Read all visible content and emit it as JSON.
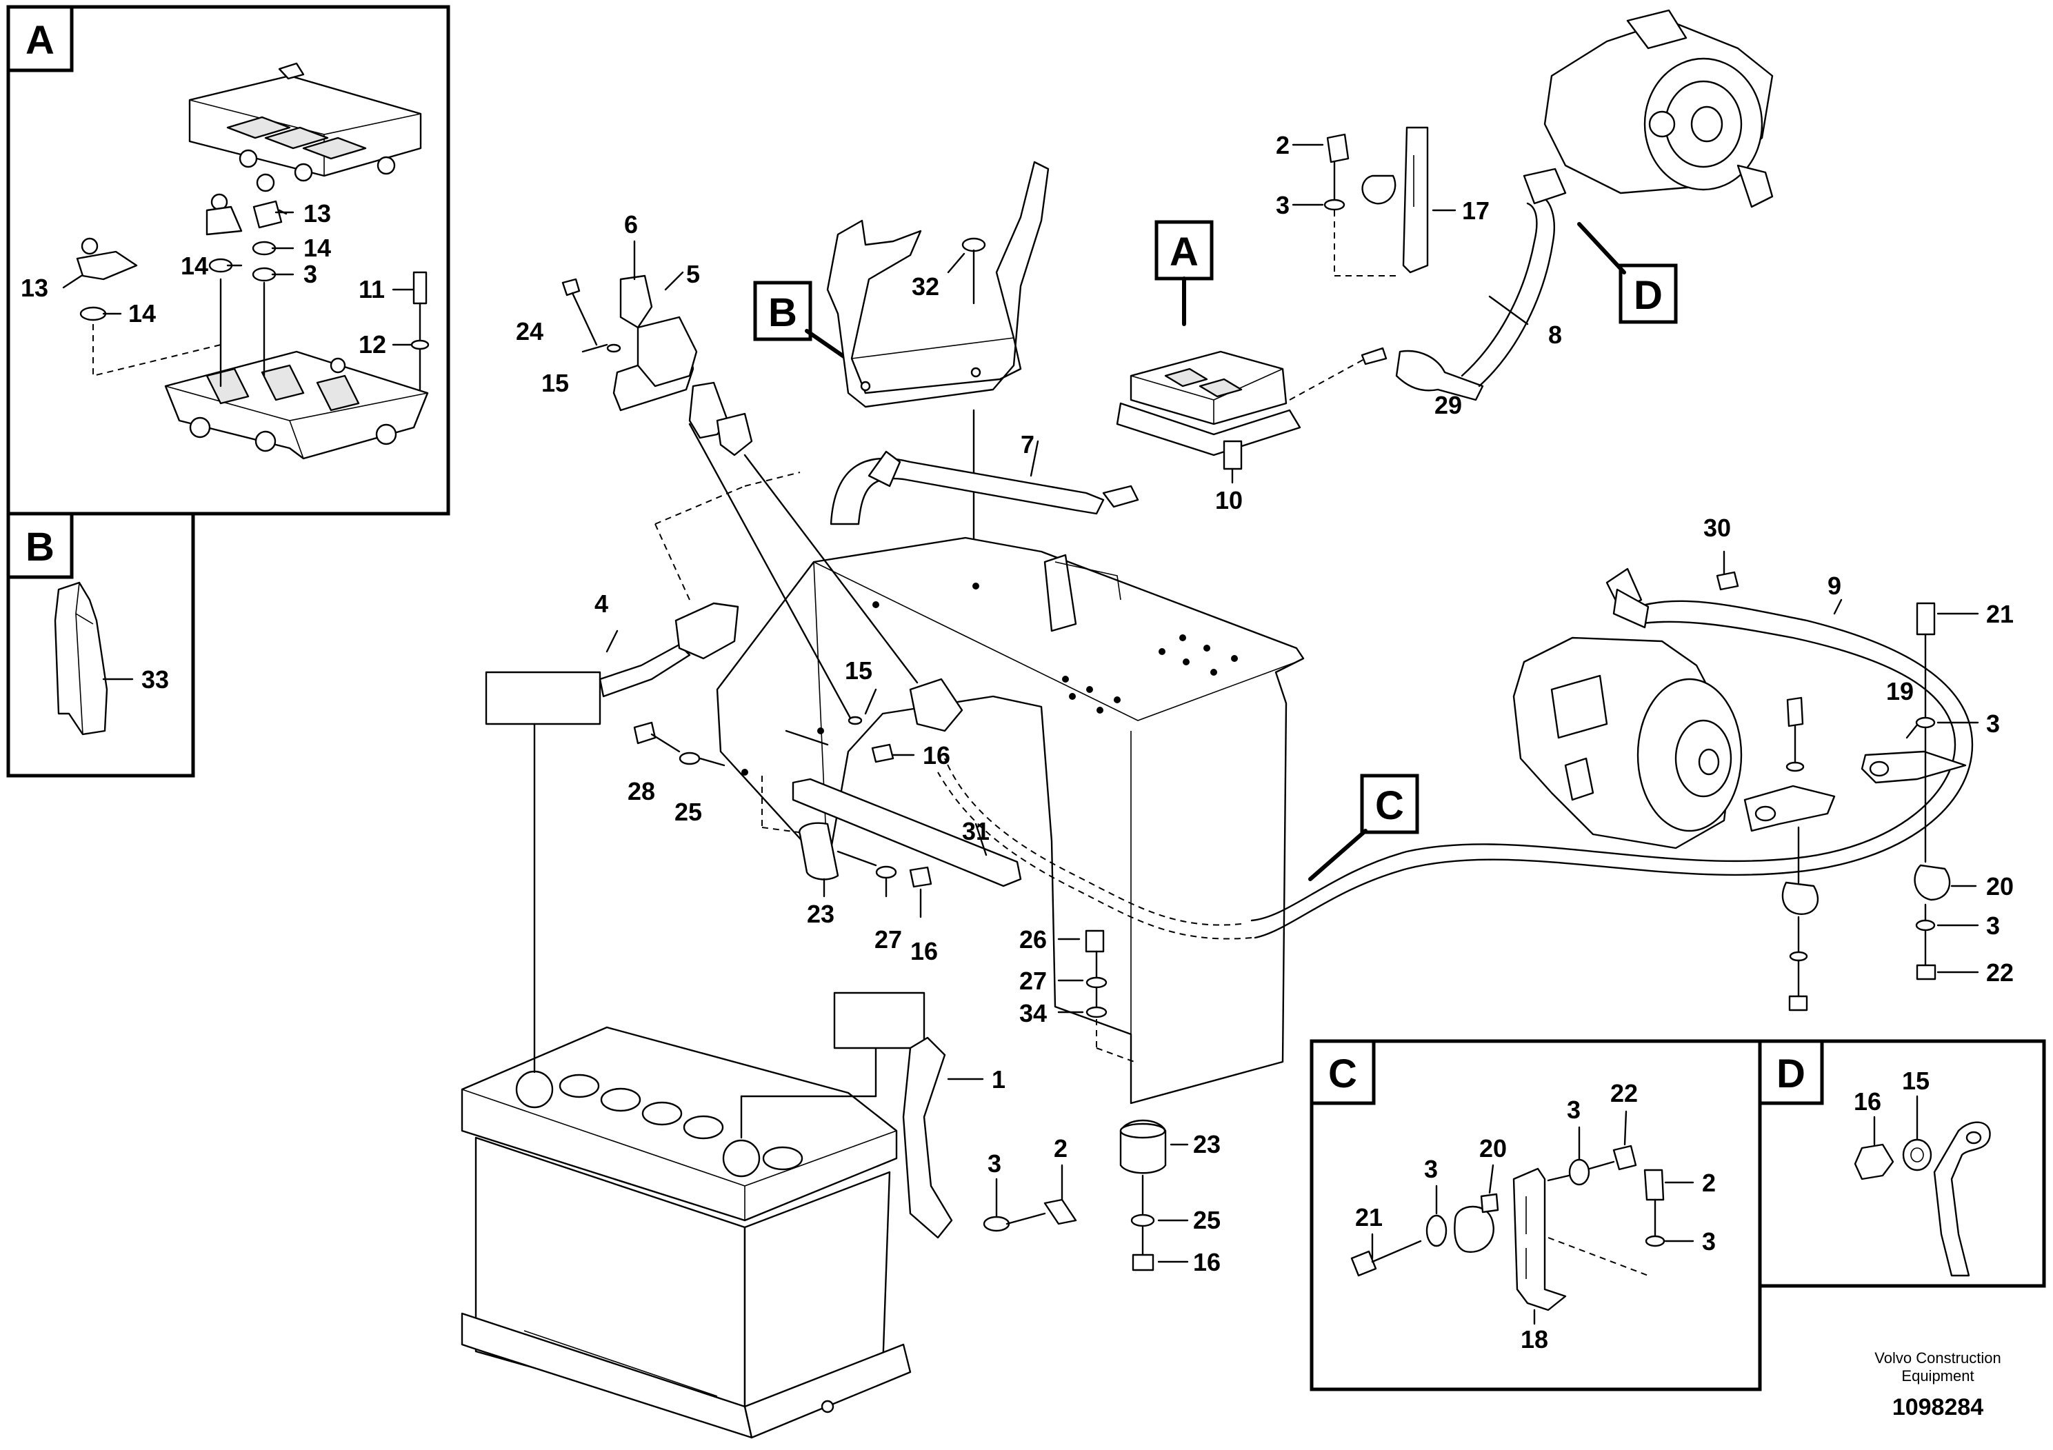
{
  "inset_frames": {
    "A": "A",
    "B": "B",
    "C": "C",
    "D": "D"
  },
  "callout_letters": {
    "A": "A",
    "B": "B",
    "C": "C",
    "D": "D"
  },
  "part_numbers": {
    "p1": "1",
    "p2": "2",
    "p3": "3",
    "p4": "4",
    "p5": "5",
    "p6": "6",
    "p7": "7",
    "p8": "8",
    "p9": "9",
    "p10": "10",
    "p11": "11",
    "p12": "12",
    "p13": "13",
    "p14": "14",
    "p15": "15",
    "p16": "16",
    "p17": "17",
    "p18": "18",
    "p19": "19",
    "p20": "20",
    "p21": "21",
    "p22": "22",
    "p23": "23",
    "p24": "24",
    "p25": "25",
    "p26": "26",
    "p27": "27",
    "p28": "28",
    "p29": "29",
    "p30": "30",
    "p31": "31",
    "p32": "32",
    "p33": "33",
    "p34": "34"
  },
  "footer": {
    "company_line1": "Volvo Construction",
    "company_line2": "Equipment",
    "drawing_number": "1098284"
  }
}
